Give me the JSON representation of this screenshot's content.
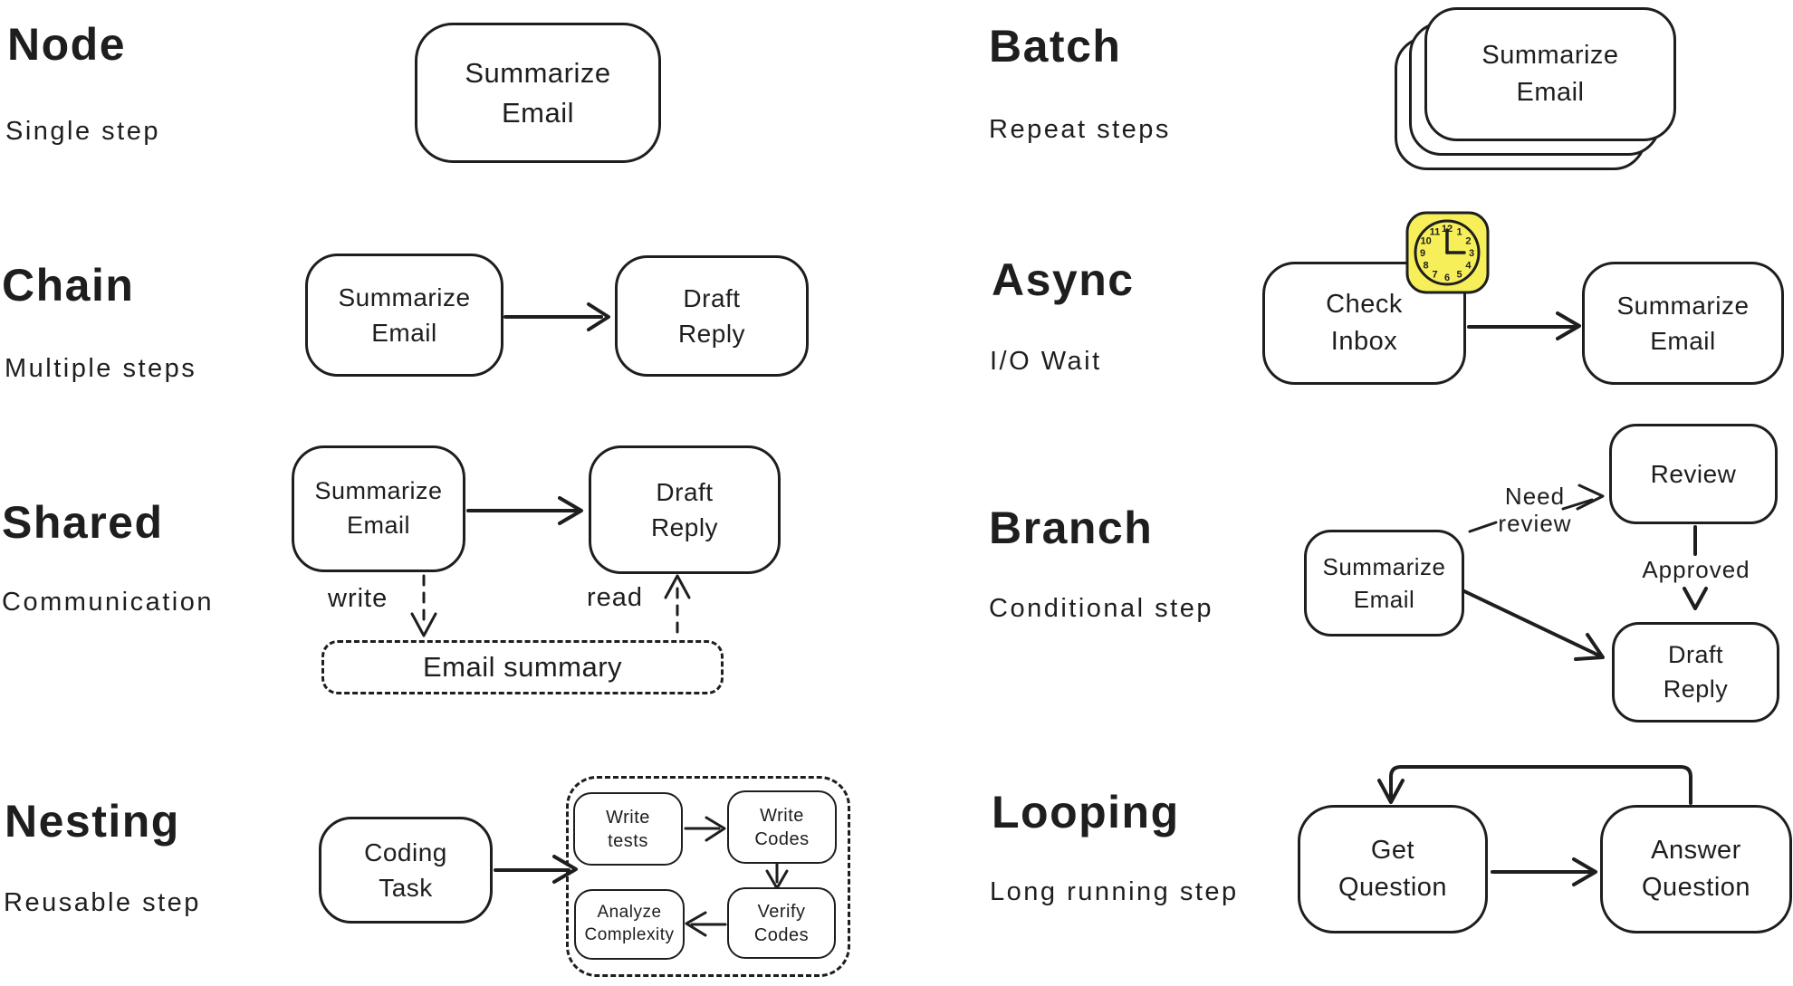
{
  "colors": {
    "ink": "#1e1e1e",
    "background": "#ffffff",
    "clock_fill": "#f7ef5a"
  },
  "patterns": {
    "node": {
      "title": "Node",
      "subtitle": "Single step",
      "boxes": {
        "summarize_email": "Summarize\nEmail"
      }
    },
    "chain": {
      "title": "Chain",
      "subtitle": "Multiple steps",
      "boxes": {
        "summarize_email": "Summarize\nEmail",
        "draft_reply": "Draft\nReply"
      }
    },
    "shared": {
      "title": "Shared",
      "subtitle": "Communication",
      "boxes": {
        "summarize_email": "Summarize\nEmail",
        "draft_reply": "Draft\nReply",
        "email_summary": "Email summary"
      },
      "labels": {
        "write": "write",
        "read": "read"
      }
    },
    "nesting": {
      "title": "Nesting",
      "subtitle": "Reusable step",
      "boxes": {
        "coding_task": "Coding\nTask",
        "write_tests": "Write\ntests",
        "write_codes": "Write\nCodes",
        "verify_codes": "Verify\nCodes",
        "analyze_complexity": "Analyze\nComplexity"
      }
    },
    "batch": {
      "title": "Batch",
      "subtitle": "Repeat steps",
      "boxes": {
        "summarize_email": "Summarize\nEmail"
      }
    },
    "async": {
      "title": "Async",
      "subtitle": "I/O Wait",
      "boxes": {
        "check_inbox": "Check\nInbox",
        "summarize_email": "Summarize\nEmail"
      },
      "clock_numerals": [
        "12",
        "1",
        "2",
        "3",
        "4",
        "5",
        "6",
        "7",
        "8",
        "9",
        "10",
        "11"
      ]
    },
    "branch": {
      "title": "Branch",
      "subtitle": "Conditional step",
      "boxes": {
        "summarize_email": "Summarize\nEmail",
        "review": "Review",
        "draft_reply": "Draft\nReply"
      },
      "labels": {
        "need_review": "Need\nreview",
        "approved": "Approved"
      }
    },
    "looping": {
      "title": "Looping",
      "subtitle": "Long running step",
      "boxes": {
        "get_question": "Get\nQuestion",
        "answer_question": "Answer\nQuestion"
      }
    }
  }
}
